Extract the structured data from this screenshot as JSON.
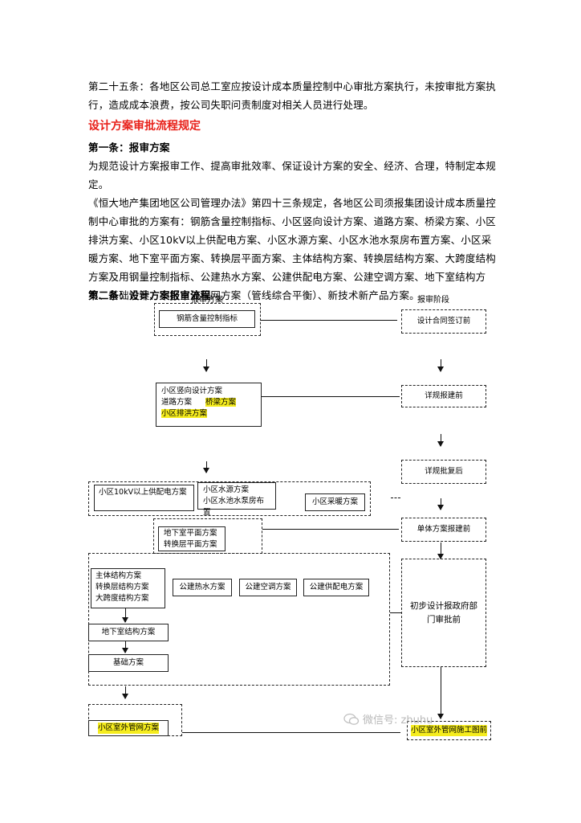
{
  "article25": "第二十五条：各地区公司总工室应按设计成本质量控制中心审批方案执行，未按审批方案执行，造成成本浪费，按公司失职问责制度对相关人员进行处理。",
  "section_title": "设计方案审批流程规定",
  "article1": {
    "title": "第一条：报审方案",
    "para1": "为规范设计方案报审工作、提高审批效率、保证设计方案的安全、经济、合理，特制定本规定。",
    "para2": "《恒大地产集团地区公司管理办法》第四十三条规定，各地区公司须报集团设计成本质量控制中心审批的方案有：钢筋含量控制指标、小区竖向设计方案、道路方案、桥梁方案、小区排洪方案、小区10kV以上供配电方案、小区水源方案、小区水池水泵房布置方案、小区采暖方案、地下室平面方案、转换层平面方案、主体结构方案、转换层结构方案、大跨度结构方案及用钢量控制指标、公建热水方案、公建供配电方案、公建空调方案、地下室结构方案、基础方案、小区室外管网方案（管线综合平衡）、新技术新产品方案。"
  },
  "article2": {
    "title": "第二条：设计方案报审流程"
  },
  "flow": {
    "col_left": "报审方案",
    "col_right": "报审阶段",
    "steel": "钢筋含量控制指标",
    "vertical": "小区竖向设计方案",
    "road": "道路方案",
    "bridge": "桥梁方案",
    "flood": "小区排洪方案",
    "power": "小区10kV以上供配电方案",
    "water_source": "小区水源方案",
    "pump": "小区水池水泵房布置",
    "heating": "小区采暖方案",
    "basement_plan": "地下室平面方案",
    "transfer_plan": "转换层平面方案",
    "main_struct": "主体结构方案",
    "transfer_struct": "转换层结构方案",
    "longspan": "大跨度结构方案",
    "hot_water": "公建热水方案",
    "ac": "公建空调方案",
    "public_power": "公建供配电方案",
    "basement_struct": "地下室结构方案",
    "foundation": "基础方案",
    "pipe_network": "小区室外管网方案",
    "stage_contract": "设计合同签订前",
    "stage_detail_before": "详规报建前",
    "stage_detail_after": "详规批复后",
    "stage_single": "单体方案报建前",
    "stage_prelim": "初步设计报政府部门审批前",
    "stage_pipe_drawing": "小区室外管网施工图前"
  },
  "watermark": "微信号: zhuhu",
  "icons": {
    "watermark_icon": "wechat-icon"
  }
}
